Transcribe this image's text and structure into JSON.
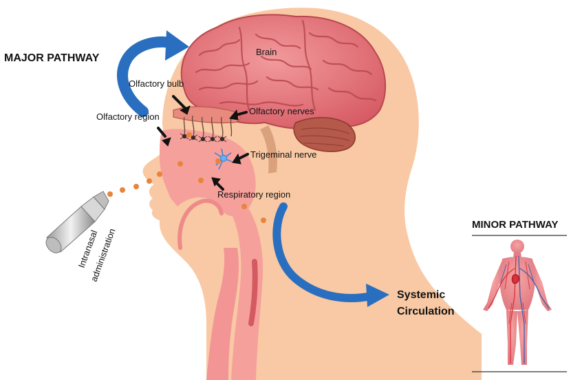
{
  "headings": {
    "major_pathway": "MAJOR PATHWAY",
    "minor_pathway": "MINOR PATHWAY"
  },
  "labels": {
    "brain": "Brain",
    "olfactory_bulb": "Olfactory  bulb",
    "olfactory_region": "Olfactory region",
    "olfactory_nerves": "Olfactory nerves",
    "trigeminal_nerve": "Trigeminal nerve",
    "respiratory_region": "Respiratory  region",
    "intranasal_line1": "Intranasal",
    "intranasal_line2": "administration",
    "systemic_line1": "Systemic",
    "systemic_line2": "Circulation"
  },
  "colors": {
    "head_skin": "#f8c9a4",
    "nasal_cavity": "#f6a09c",
    "brain": "#e8747a",
    "brain_dark": "#c24c55",
    "cerebellum": "#b5594a",
    "pathway_arrow": "#2a6fbf",
    "droplet": "#e8843c",
    "artery": "#d7323a",
    "vein": "#3a5fb0"
  }
}
